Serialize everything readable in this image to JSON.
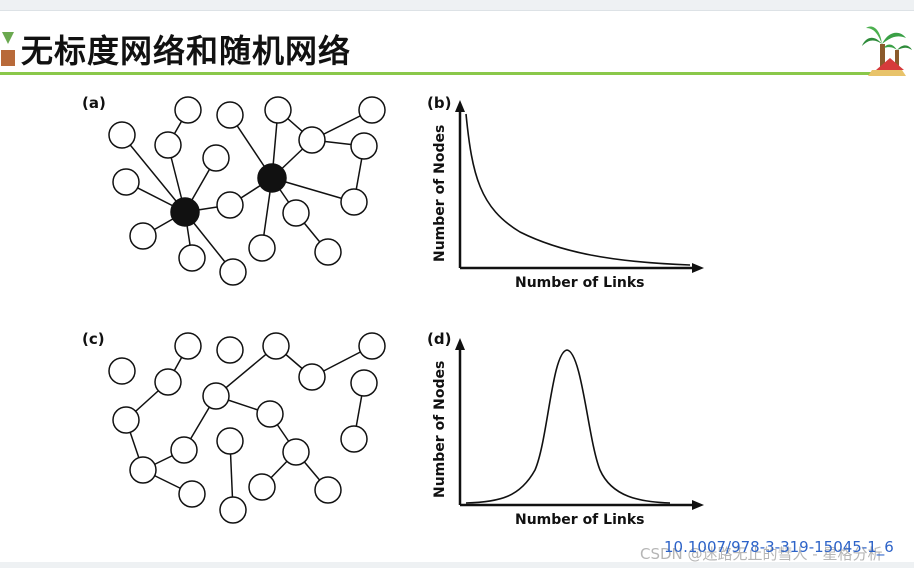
{
  "slide": {
    "title": "无标度网络和随机网络",
    "doi": "10.1007/978-3-319-15045-1_6",
    "watermark": "CSDN @迷路无止的彗人 - 星格分析"
  },
  "panels": {
    "a": {
      "label": "(a)"
    },
    "b": {
      "label": "(b)",
      "ylabel": "Number of Nodes",
      "xlabel": "Number of Links"
    },
    "c": {
      "label": "(c)"
    },
    "d": {
      "label": "(d)",
      "ylabel": "Number of Nodes",
      "xlabel": "Number of Links"
    }
  },
  "colors": {
    "accent_rule": "#8ac84a",
    "doi_link": "#2d63c8",
    "hub_fill": "#111111"
  }
}
